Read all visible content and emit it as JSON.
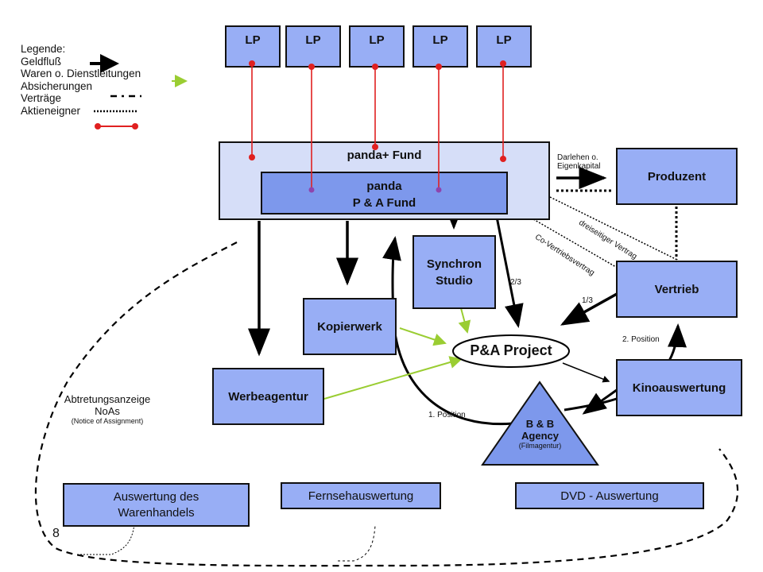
{
  "legend": {
    "title": "Legende:",
    "items": [
      {
        "label": "Geldfluß",
        "style": "money-flow"
      },
      {
        "label": "Waren o. Dienstleitungen",
        "style": "goods-services"
      },
      {
        "label": "Absicherungen",
        "style": "securities"
      },
      {
        "label": "Verträge",
        "style": "contracts"
      },
      {
        "label": "Aktieneigner",
        "style": "shareholders"
      }
    ]
  },
  "colors": {
    "box_fill": "#98aef5",
    "inner_fund_fill": "#7d98ec",
    "outer_fund_fill": "#d6def8",
    "money_flow": "#000000",
    "goods_services": "#9acd32",
    "shareholder_line": "#e02020",
    "shareholder_dot_inner": "#8e44ad"
  },
  "nodes": {
    "lp": [
      "LP",
      "LP",
      "LP",
      "LP",
      "LP"
    ],
    "outer_fund": "panda+ Fund",
    "inner_fund_line1": "panda",
    "inner_fund_line2": "P & A Fund",
    "produzent": "Produzent",
    "synchron_line1": "Synchron",
    "synchron_line2": "Studio",
    "vertrieb": "Vertrieb",
    "kopierwerk": "Kopierwerk",
    "pa_project": "P&A Project",
    "werbeagentur": "Werbeagentur",
    "kinoauswertung": "Kinoauswertung",
    "agency_line1": "B & B",
    "agency_line2": "Agency",
    "agency_line3": "(Filmagentur)",
    "warenhandel_line1": "Auswertung des",
    "warenhandel_line2": "Warenhandels",
    "fernseh": "Fernsehauswertung",
    "dvd": "DVD - Auswertung"
  },
  "edge_labels": {
    "darlehen_line1": "Darlehen o.",
    "darlehen_line2": "Eigenkapital",
    "dreiseitig": "dreiseitiger Vertrag",
    "covertrieb": "Co-Vertriebsvertrag",
    "two_thirds": "2/3",
    "one_third": "1/3",
    "position2": "2. Position",
    "position1": "1. Position"
  },
  "annotation": {
    "line1": "Abtretungsanzeige",
    "line2": "NoAs",
    "line3": "(Notice of Assignment)"
  },
  "page_number": "8"
}
